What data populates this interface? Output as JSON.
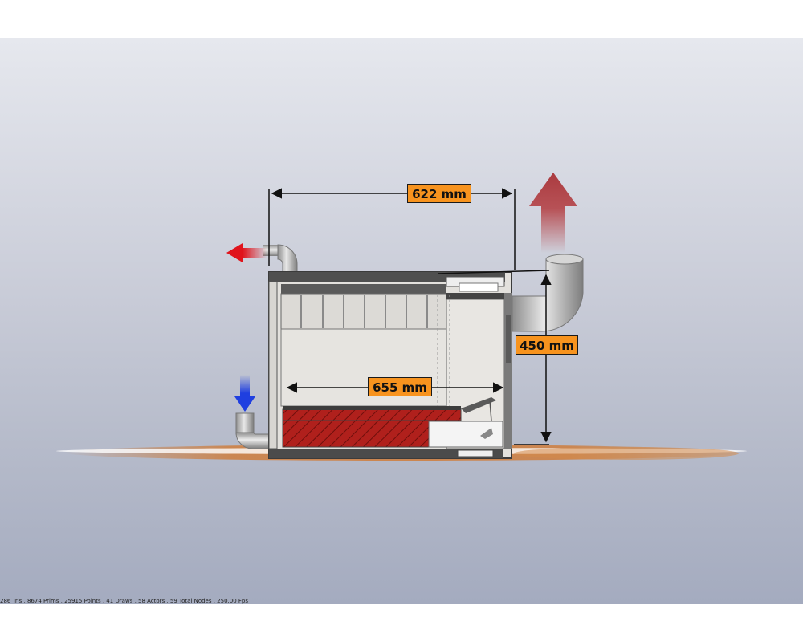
{
  "dimensions": {
    "width_top": "622 mm",
    "height_right": "450 mm",
    "depth_inner": "655 mm"
  },
  "status_bar": "286 Tris , 8674 Prims , 25915 Points , 41 Draws , 58 Actors , 59 Total Nodes , 250.00 Fps",
  "colors": {
    "dimension_label": "#f7931e",
    "hot_outlet_arrow": "#e0141c",
    "cold_inlet_arrow": "#1f3fe0",
    "exhaust_arrow": "#b23a3e",
    "firebox_brick": "#b0201c"
  }
}
